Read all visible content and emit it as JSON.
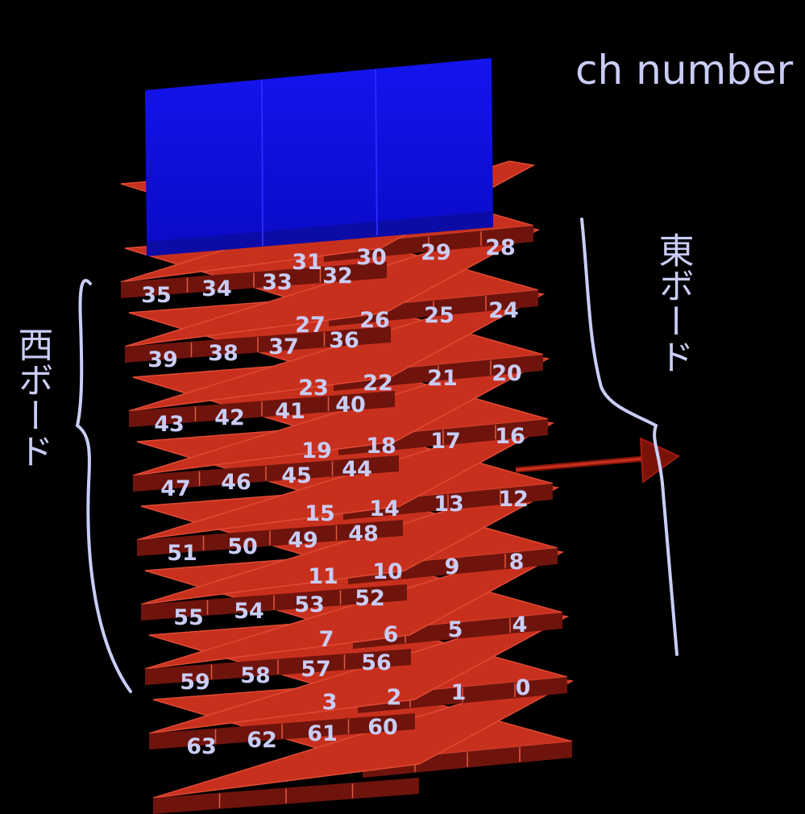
{
  "title": "ch number",
  "east_label": "東ボード",
  "west_label": "西ボード",
  "channels": {
    "east": [
      [
        "31",
        "30",
        "29",
        "28"
      ],
      [
        "27",
        "26",
        "25",
        "24"
      ],
      [
        "23",
        "22",
        "21",
        "20"
      ],
      [
        "19",
        "18",
        "17",
        "16"
      ],
      [
        "15",
        "14",
        "13",
        "12"
      ],
      [
        "11",
        "10",
        "9",
        "8"
      ],
      [
        "7",
        "6",
        "5",
        "4"
      ],
      [
        "3",
        "2",
        "1",
        "0"
      ]
    ],
    "west": [
      [
        "35",
        "34",
        "33",
        "32"
      ],
      [
        "39",
        "38",
        "37",
        "36"
      ],
      [
        "43",
        "42",
        "41",
        "40"
      ],
      [
        "47",
        "46",
        "45",
        "44"
      ],
      [
        "51",
        "50",
        "49",
        "48"
      ],
      [
        "55",
        "54",
        "53",
        "52"
      ],
      [
        "59",
        "58",
        "57",
        "56"
      ],
      [
        "63",
        "62",
        "61",
        "60"
      ]
    ]
  },
  "colors": {
    "background": "#000000",
    "scintillator": "#c8301e",
    "scintillator_dark": "#6e140c",
    "block": "#1010e6",
    "ink": "#c9cdf6"
  }
}
